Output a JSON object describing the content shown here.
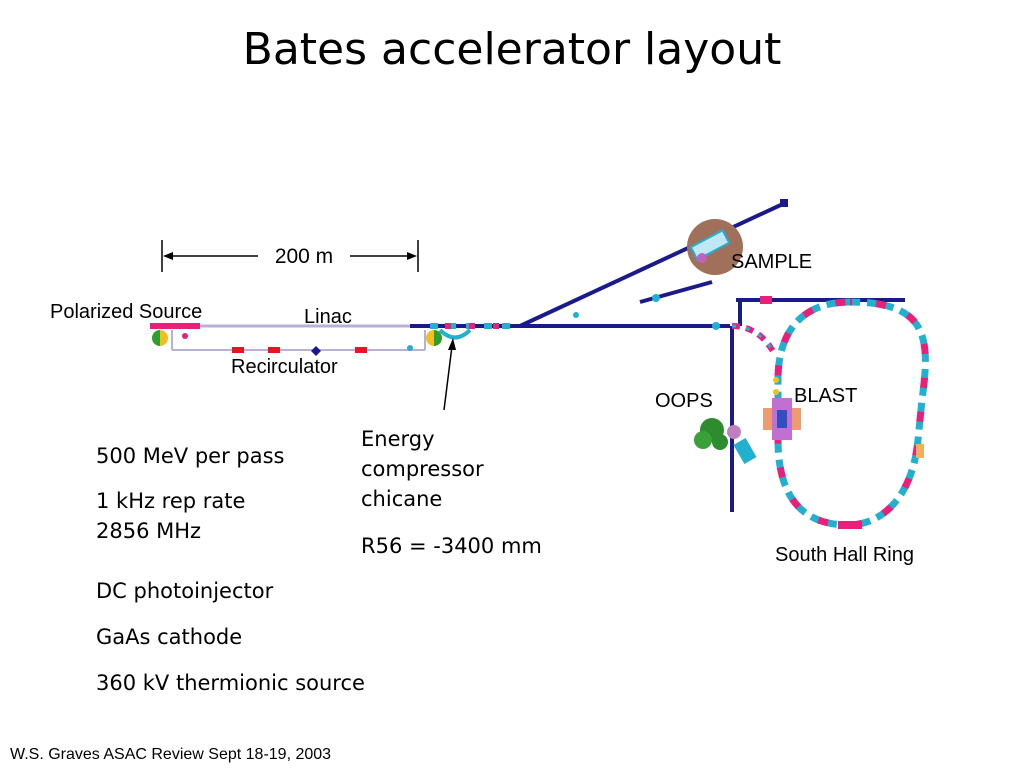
{
  "title": "Bates accelerator layout",
  "scale_bar": "200 m",
  "labels": {
    "polarized_source": "Polarized Source",
    "linac": "Linac",
    "recirculator": "Recirculator",
    "sample": "SAMPLE",
    "oops": "OOPS",
    "blast": "BLAST",
    "south_hall_ring": "South Hall Ring"
  },
  "chicane": {
    "line1": "Energy",
    "line2": "compressor",
    "line3": "chicane",
    "r56": "R56 = -3400 mm"
  },
  "specs": {
    "energy": "500 MeV per pass",
    "rep_rate": "1 kHz rep rate",
    "frequency": "2856 MHz",
    "injector": "DC photoinjector",
    "cathode": "GaAs cathode",
    "source": "360 kV thermionic source"
  },
  "footer": "W.S. Graves ASAC Review Sept 18-19, 2003",
  "colors": {
    "beamline": "#1a1a8c",
    "magnet_pink": "#e8207a",
    "magnet_cyan": "#22b0d0",
    "magnet_red": "#e8141e",
    "sample_brown": "#a0705a",
    "oops_green": "#2e8b2e"
  }
}
